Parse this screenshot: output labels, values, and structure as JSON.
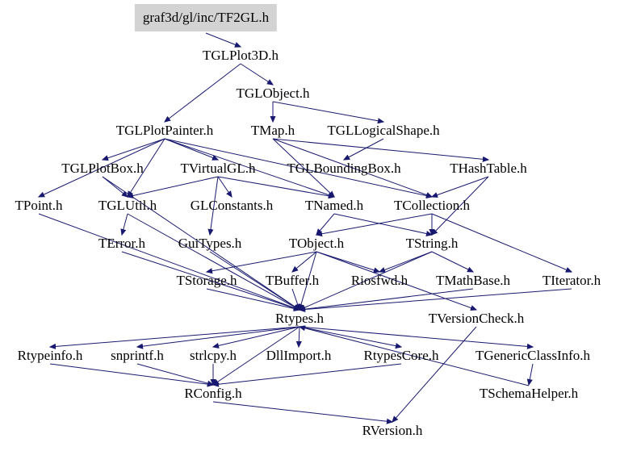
{
  "root": "graf3d/gl/inc/TF2GL.h",
  "nodes": [
    "graf3d/gl/inc/TF2GL.h",
    "TGLPlot3D.h",
    "TGLObject.h",
    "TGLPlotPainter.h",
    "TMap.h",
    "TGLLogicalShape.h",
    "TGLPlotBox.h",
    "TVirtualGL.h",
    "TGLBoundingBox.h",
    "THashTable.h",
    "TPoint.h",
    "TGLUtil.h",
    "GLConstants.h",
    "TNamed.h",
    "TCollection.h",
    "TError.h",
    "GuiTypes.h",
    "TObject.h",
    "TString.h",
    "TStorage.h",
    "TBuffer.h",
    "Riosfwd.h",
    "TMathBase.h",
    "TIterator.h",
    "Rtypes.h",
    "TVersionCheck.h",
    "Rtypeinfo.h",
    "snprintf.h",
    "strlcpy.h",
    "DllImport.h",
    "RtypesCore.h",
    "TGenericClassInfo.h",
    "RConfig.h",
    "TSchemaHelper.h",
    "RVersion.h"
  ],
  "edges": [
    [
      "graf3d/gl/inc/TF2GL.h",
      "TGLPlot3D.h"
    ],
    [
      "TGLPlot3D.h",
      "TGLPlotPainter.h"
    ],
    [
      "TGLPlot3D.h",
      "TGLObject.h"
    ],
    [
      "TGLObject.h",
      "TMap.h"
    ],
    [
      "TGLObject.h",
      "TGLLogicalShape.h"
    ],
    [
      "TGLPlotPainter.h",
      "TPoint.h"
    ],
    [
      "TGLPlotPainter.h",
      "TGLPlotBox.h"
    ],
    [
      "TGLPlotPainter.h",
      "TGLUtil.h"
    ],
    [
      "TGLPlotPainter.h",
      "TVirtualGL.h"
    ],
    [
      "TGLPlotPainter.h",
      "TNamed.h"
    ],
    [
      "TGLPlotPainter.h",
      "TCollection.h"
    ],
    [
      "TMap.h",
      "THashTable.h"
    ],
    [
      "TMap.h",
      "TNamed.h"
    ],
    [
      "TMap.h",
      "TCollection.h"
    ],
    [
      "TGLLogicalShape.h",
      "TGLBoundingBox.h"
    ],
    [
      "TGLPlotBox.h",
      "TGLUtil.h"
    ],
    [
      "TGLPlotBox.h",
      "Rtypes.h"
    ],
    [
      "TVirtualGL.h",
      "TNamed.h"
    ],
    [
      "TVirtualGL.h",
      "GLConstants.h"
    ],
    [
      "TVirtualGL.h",
      "GuiTypes.h"
    ],
    [
      "TVirtualGL.h",
      "TGLUtil.h"
    ],
    [
      "THashTable.h",
      "TCollection.h"
    ],
    [
      "THashTable.h",
      "TString.h"
    ],
    [
      "TPoint.h",
      "Rtypes.h"
    ],
    [
      "TGLUtil.h",
      "TError.h"
    ],
    [
      "TGLUtil.h",
      "Rtypes.h"
    ],
    [
      "TNamed.h",
      "TObject.h"
    ],
    [
      "TNamed.h",
      "TString.h"
    ],
    [
      "TCollection.h",
      "TObject.h"
    ],
    [
      "TCollection.h",
      "TString.h"
    ],
    [
      "TCollection.h",
      "TIterator.h"
    ],
    [
      "TError.h",
      "Rtypes.h"
    ],
    [
      "GuiTypes.h",
      "Rtypes.h"
    ],
    [
      "TObject.h",
      "TStorage.h"
    ],
    [
      "TObject.h",
      "TBuffer.h"
    ],
    [
      "TObject.h",
      "Riosfwd.h"
    ],
    [
      "TObject.h",
      "TVersionCheck.h"
    ],
    [
      "TObject.h",
      "Rtypes.h"
    ],
    [
      "TString.h",
      "Riosfwd.h"
    ],
    [
      "TString.h",
      "TMathBase.h"
    ],
    [
      "TString.h",
      "Rtypes.h"
    ],
    [
      "TStorage.h",
      "Rtypes.h"
    ],
    [
      "TBuffer.h",
      "Rtypes.h"
    ],
    [
      "TMathBase.h",
      "Rtypes.h"
    ],
    [
      "TIterator.h",
      "Rtypes.h"
    ],
    [
      "TVersionCheck.h",
      "RVersion.h"
    ],
    [
      "Rtypes.h",
      "Rtypeinfo.h"
    ],
    [
      "Rtypes.h",
      "snprintf.h"
    ],
    [
      "Rtypes.h",
      "strlcpy.h"
    ],
    [
      "Rtypes.h",
      "DllImport.h"
    ],
    [
      "Rtypes.h",
      "RtypesCore.h"
    ],
    [
      "Rtypes.h",
      "TGenericClassInfo.h"
    ],
    [
      "Rtypes.h",
      "RConfig.h"
    ],
    [
      "Rtypeinfo.h",
      "RConfig.h"
    ],
    [
      "snprintf.h",
      "RConfig.h"
    ],
    [
      "strlcpy.h",
      "RConfig.h"
    ],
    [
      "RtypesCore.h",
      "RConfig.h"
    ],
    [
      "TGenericClassInfo.h",
      "TSchemaHelper.h"
    ],
    [
      "TSchemaHelper.h",
      "Rtypes.h"
    ],
    [
      "RConfig.h",
      "RVersion.h"
    ]
  ]
}
